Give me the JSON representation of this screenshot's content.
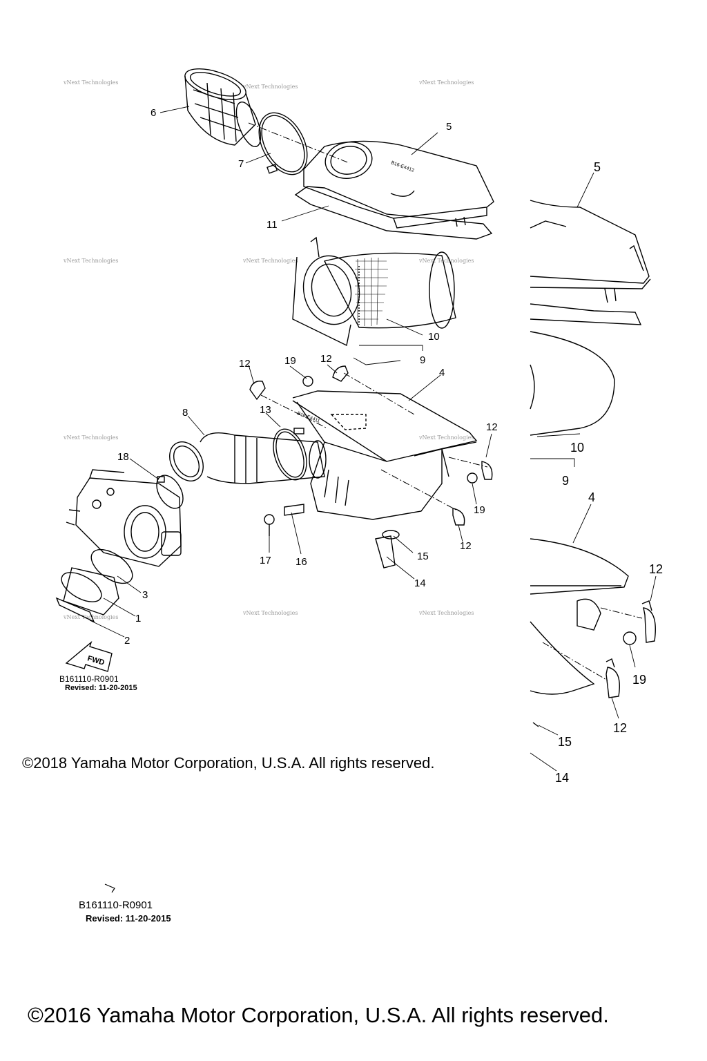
{
  "watermark_text": "vNext Technologies",
  "callouts": {
    "c1": "1",
    "c2": "2",
    "c3": "3",
    "c4": "4",
    "c5": "5",
    "c6": "6",
    "c7": "7",
    "c8": "8",
    "c9": "9",
    "c10": "10",
    "c11": "11",
    "c12": "12",
    "c13": "13",
    "c14": "14",
    "c15": "15",
    "c16": "16",
    "c17": "17",
    "c18": "18",
    "c19": "19"
  },
  "part_markings": {
    "cover": "B16-E4412",
    "case": "B16-E4411"
  },
  "fwd_arrow": "FWD",
  "drawing_code": "B161110-R0901",
  "revised": "Revised: 11-20-2015",
  "copyright_2018": "©2018 Yamaha Motor Corporation, U.S.A. All rights reserved.",
  "copyright_2016": "©2016 Yamaha Motor Corporation, U.S.A. All rights reserved."
}
